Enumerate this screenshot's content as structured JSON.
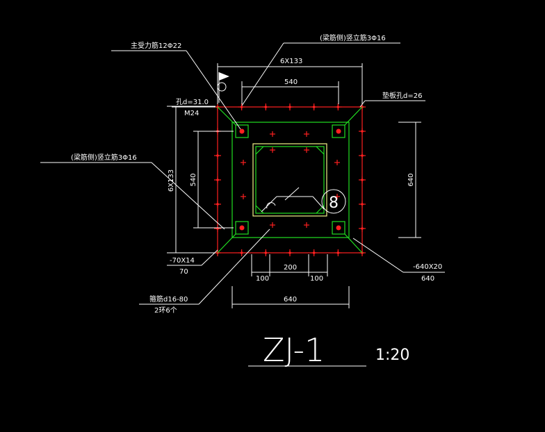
{
  "colors": {
    "background": "#000000",
    "plate": "#ff2020",
    "stiffener": "#22e022",
    "column": "#f4f488",
    "text": "#ffffff"
  },
  "labels": {
    "main_bar": "主受力筋12Φ22",
    "beam_side_bar": "(梁筋侧)竖立筋3Φ16",
    "beam_side_bar_left": "(梁筋侧)竖立筋3Φ16",
    "hole_d": "孔d=31.0",
    "bolt": "M24",
    "pad_hole": "垫板孔d=26",
    "top_pitch": "6X133",
    "top_inner": "540",
    "left_pitch": "6X133",
    "left_inner": "540",
    "right_dim": "640",
    "left_plate": "-70X14",
    "left_plate_len": "70",
    "right_plate": "-640X20",
    "right_plate_len": "640",
    "bot_100a": "100",
    "bot_200": "200",
    "bot_100b": "100",
    "bot_640": "640",
    "stirrup": "箍筋d16-80",
    "stirrup_note": "2环6个",
    "detail_no": "8",
    "title": "ZJ-1",
    "scale": "1:20"
  }
}
